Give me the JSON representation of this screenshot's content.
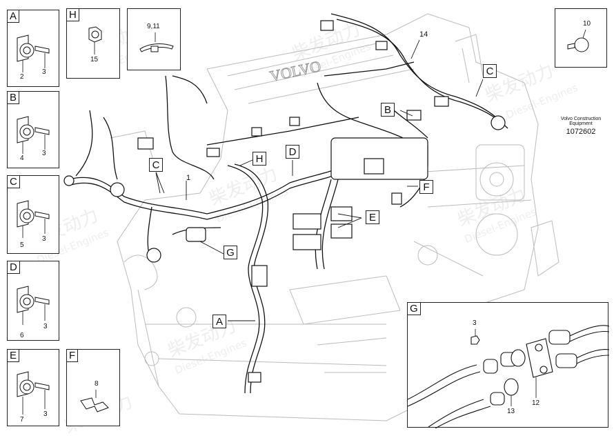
{
  "detail_boxes": [
    {
      "letter": "A",
      "part_a": "2",
      "part_b": "3"
    },
    {
      "letter": "B",
      "part_a": "4",
      "part_b": "3"
    },
    {
      "letter": "C",
      "part_a": "5",
      "part_b": "3"
    },
    {
      "letter": "D",
      "part_a": "6",
      "part_b": "3"
    },
    {
      "letter": "E",
      "part_a": "7",
      "part_b": "3"
    }
  ],
  "box_h": {
    "letter": "H",
    "part": "15"
  },
  "box_tie": {
    "part": "9,11"
  },
  "box_clip": {
    "part": "10"
  },
  "box_f": {
    "letter": "F",
    "part": "8"
  },
  "box_g": {
    "letter": "G",
    "parts": [
      "3",
      "12",
      "13"
    ]
  },
  "callouts": [
    "C",
    "B",
    "H",
    "D",
    "C",
    "F",
    "E",
    "G",
    "A"
  ],
  "main_labels": [
    "1",
    "14"
  ],
  "drawing_info": {
    "line1": "Volvo Construction",
    "line2": "Equipment",
    "ref": "1072602"
  },
  "engine_text": "VOLVO",
  "watermark": {
    "cn": "柴发动力",
    "en": "Diesel-Engines"
  }
}
